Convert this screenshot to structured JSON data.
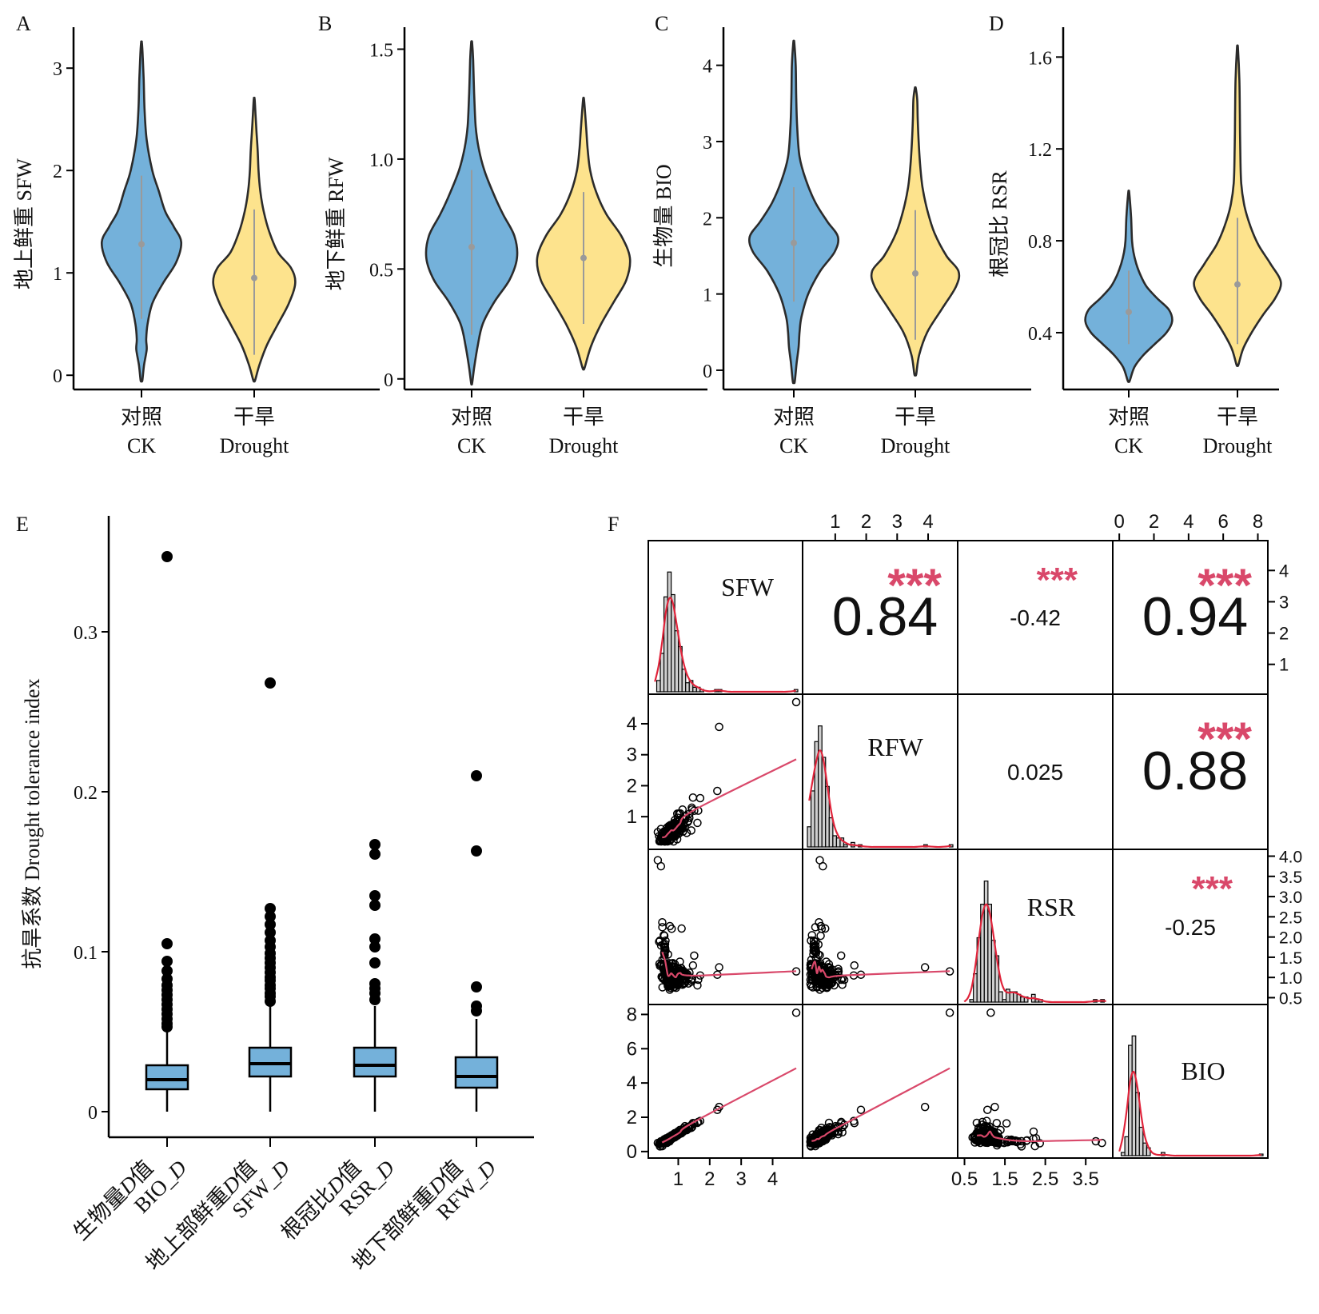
{
  "chart_data": [
    {
      "panel": "A",
      "type": "violin",
      "ylabel": "地上鲜重 SFW",
      "ylim": [
        -0.1,
        3.4
      ],
      "yticks": [
        0,
        1,
        2,
        3
      ],
      "groups": [
        {
          "label_cn": "对照",
          "label_en": "CK",
          "median": 1.28,
          "q1": 0.55,
          "q3": 1.95,
          "min": -0.05,
          "max": 3.25,
          "profile": [
            [
              -0.05,
              0.02
            ],
            [
              0.1,
              0.06
            ],
            [
              0.25,
              0.12
            ],
            [
              0.35,
              0.11
            ],
            [
              0.5,
              0.14
            ],
            [
              0.7,
              0.25
            ],
            [
              0.9,
              0.5
            ],
            [
              1.1,
              0.8
            ],
            [
              1.3,
              0.92
            ],
            [
              1.45,
              0.75
            ],
            [
              1.6,
              0.55
            ],
            [
              1.8,
              0.4
            ],
            [
              2.0,
              0.25
            ],
            [
              2.3,
              0.12
            ],
            [
              2.6,
              0.07
            ],
            [
              2.9,
              0.05
            ],
            [
              3.1,
              0.03
            ],
            [
              3.25,
              0.01
            ]
          ]
        },
        {
          "label_cn": "干旱",
          "label_en": "Drought",
          "median": 0.95,
          "q1": 0.2,
          "q3": 1.62,
          "min": -0.05,
          "max": 2.7,
          "profile": [
            [
              -0.05,
              0.02
            ],
            [
              0.1,
              0.12
            ],
            [
              0.3,
              0.3
            ],
            [
              0.5,
              0.55
            ],
            [
              0.7,
              0.8
            ],
            [
              0.9,
              0.95
            ],
            [
              1.05,
              0.85
            ],
            [
              1.2,
              0.55
            ],
            [
              1.4,
              0.35
            ],
            [
              1.6,
              0.22
            ],
            [
              1.8,
              0.14
            ],
            [
              2.0,
              0.1
            ],
            [
              2.2,
              0.08
            ],
            [
              2.4,
              0.05
            ],
            [
              2.55,
              0.03
            ],
            [
              2.7,
              0.01
            ]
          ]
        }
      ]
    },
    {
      "panel": "B",
      "type": "violin",
      "ylabel": "地下鲜重 RFW",
      "ylim": [
        -0.03,
        1.6
      ],
      "yticks": [
        0,
        0.5,
        1.0,
        1.5
      ],
      "ytick_labels": [
        "0",
        "0.5",
        "1.0",
        "1.5"
      ],
      "groups": [
        {
          "label_cn": "对照",
          "label_en": "CK",
          "median": 0.6,
          "q1": 0.2,
          "q3": 0.95,
          "min": -0.02,
          "max": 1.53,
          "profile": [
            [
              -0.02,
              0.01
            ],
            [
              0.05,
              0.05
            ],
            [
              0.15,
              0.12
            ],
            [
              0.25,
              0.22
            ],
            [
              0.35,
              0.45
            ],
            [
              0.45,
              0.75
            ],
            [
              0.55,
              0.9
            ],
            [
              0.65,
              0.85
            ],
            [
              0.75,
              0.62
            ],
            [
              0.85,
              0.42
            ],
            [
              0.95,
              0.25
            ],
            [
              1.05,
              0.14
            ],
            [
              1.15,
              0.08
            ],
            [
              1.3,
              0.05
            ],
            [
              1.45,
              0.03
            ],
            [
              1.53,
              0.01
            ]
          ]
        },
        {
          "label_cn": "干旱",
          "label_en": "Drought",
          "median": 0.55,
          "q1": 0.25,
          "q3": 0.85,
          "min": 0.05,
          "max": 1.27,
          "profile": [
            [
              0.05,
              0.02
            ],
            [
              0.15,
              0.15
            ],
            [
              0.25,
              0.35
            ],
            [
              0.35,
              0.6
            ],
            [
              0.45,
              0.85
            ],
            [
              0.55,
              0.92
            ],
            [
              0.65,
              0.75
            ],
            [
              0.75,
              0.45
            ],
            [
              0.85,
              0.25
            ],
            [
              0.95,
              0.13
            ],
            [
              1.05,
              0.08
            ],
            [
              1.15,
              0.05
            ],
            [
              1.27,
              0.01
            ]
          ]
        }
      ]
    },
    {
      "panel": "C",
      "type": "violin",
      "ylabel": "生物量 BIO",
      "ylim": [
        -0.2,
        4.5
      ],
      "yticks": [
        0,
        1,
        2,
        3,
        4
      ],
      "groups": [
        {
          "label_cn": "对照",
          "label_en": "CK",
          "median": 1.67,
          "q1": 0.9,
          "q3": 2.4,
          "min": -0.15,
          "max": 4.3,
          "profile": [
            [
              -0.15,
              0.02
            ],
            [
              0.1,
              0.06
            ],
            [
              0.3,
              0.1
            ],
            [
              0.5,
              0.12
            ],
            [
              0.7,
              0.16
            ],
            [
              1.0,
              0.3
            ],
            [
              1.3,
              0.55
            ],
            [
              1.55,
              0.85
            ],
            [
              1.75,
              0.92
            ],
            [
              1.95,
              0.7
            ],
            [
              2.2,
              0.45
            ],
            [
              2.5,
              0.25
            ],
            [
              2.8,
              0.12
            ],
            [
              3.2,
              0.07
            ],
            [
              3.6,
              0.05
            ],
            [
              4.0,
              0.04
            ],
            [
              4.3,
              0.01
            ]
          ]
        },
        {
          "label_cn": "干旱",
          "label_en": "Drought",
          "median": 1.27,
          "q1": 0.4,
          "q3": 2.1,
          "min": -0.05,
          "max": 3.7,
          "profile": [
            [
              -0.05,
              0.02
            ],
            [
              0.2,
              0.08
            ],
            [
              0.5,
              0.25
            ],
            [
              0.8,
              0.55
            ],
            [
              1.1,
              0.85
            ],
            [
              1.3,
              0.9
            ],
            [
              1.5,
              0.65
            ],
            [
              1.8,
              0.4
            ],
            [
              2.1,
              0.25
            ],
            [
              2.4,
              0.15
            ],
            [
              2.7,
              0.1
            ],
            [
              3.0,
              0.07
            ],
            [
              3.3,
              0.05
            ],
            [
              3.55,
              0.04
            ],
            [
              3.7,
              0.01
            ]
          ]
        }
      ]
    },
    {
      "panel": "D",
      "type": "violin",
      "ylabel": "根冠比 RSR",
      "ylim": [
        0.17,
        1.73
      ],
      "yticks": [
        0.4,
        0.8,
        1.2,
        1.6
      ],
      "ytick_labels": [
        "0.4",
        "0.8",
        "1.2",
        "1.6"
      ],
      "groups": [
        {
          "label_cn": "对照",
          "label_en": "CK",
          "median": 0.49,
          "q1": 0.35,
          "q3": 0.67,
          "min": 0.19,
          "max": 1.01,
          "profile": [
            [
              0.19,
              0.02
            ],
            [
              0.25,
              0.12
            ],
            [
              0.3,
              0.3
            ],
            [
              0.35,
              0.55
            ],
            [
              0.4,
              0.8
            ],
            [
              0.45,
              0.92
            ],
            [
              0.5,
              0.85
            ],
            [
              0.55,
              0.6
            ],
            [
              0.6,
              0.38
            ],
            [
              0.65,
              0.25
            ],
            [
              0.7,
              0.16
            ],
            [
              0.75,
              0.1
            ],
            [
              0.8,
              0.07
            ],
            [
              0.9,
              0.05
            ],
            [
              1.01,
              0.01
            ]
          ]
        },
        {
          "label_cn": "干旱",
          "label_en": "Drought",
          "median": 0.61,
          "q1": 0.35,
          "q3": 0.9,
          "min": 0.26,
          "max": 1.64,
          "profile": [
            [
              0.26,
              0.02
            ],
            [
              0.33,
              0.12
            ],
            [
              0.4,
              0.3
            ],
            [
              0.48,
              0.55
            ],
            [
              0.55,
              0.8
            ],
            [
              0.62,
              0.92
            ],
            [
              0.7,
              0.7
            ],
            [
              0.78,
              0.45
            ],
            [
              0.86,
              0.28
            ],
            [
              0.95,
              0.15
            ],
            [
              1.05,
              0.08
            ],
            [
              1.2,
              0.06
            ],
            [
              1.35,
              0.05
            ],
            [
              1.5,
              0.04
            ],
            [
              1.64,
              0.01
            ]
          ]
        }
      ]
    },
    {
      "panel": "E",
      "type": "box",
      "ylabel": "抗旱系数 Drought tolerance index",
      "ylim": [
        -0.015,
        0.37
      ],
      "yticks": [
        0,
        0.1,
        0.2,
        0.3
      ],
      "ytick_labels": [
        "0",
        "0.1",
        "0.2",
        "0.3"
      ],
      "categories": [
        {
          "label_cn": "生物量",
          "label_d": "D",
          "label_val": "值",
          "label_en": "BIO_",
          "label_en_d": "D"
        },
        {
          "label_cn": "地上部鲜重",
          "label_d": "D",
          "label_val": "值",
          "label_en": "SFW_",
          "label_en_d": "D"
        },
        {
          "label_cn": "根冠比",
          "label_d": "D",
          "label_val": "值",
          "label_en": "RSR_",
          "label_en_d": "D"
        },
        {
          "label_cn": "地下部鲜重",
          "label_d": "D",
          "label_val": "值",
          "label_en": "RFW_",
          "label_en_d": "D"
        }
      ],
      "boxes": [
        {
          "min": 0.0,
          "q1": 0.014,
          "median": 0.02,
          "q3": 0.029,
          "max": 0.051,
          "outliers": [
            0.347,
            0.105,
            0.094,
            0.088,
            0.083,
            0.079,
            0.076,
            0.073,
            0.07,
            0.067,
            0.064,
            0.061,
            0.058,
            0.055,
            0.053
          ]
        },
        {
          "min": 0.0,
          "q1": 0.022,
          "median": 0.03,
          "q3": 0.04,
          "max": 0.066,
          "outliers": [
            0.268,
            0.127,
            0.122,
            0.117,
            0.112,
            0.107,
            0.103,
            0.099,
            0.096,
            0.093,
            0.09,
            0.087,
            0.084,
            0.082,
            0.079,
            0.077,
            0.074,
            0.072,
            0.069
          ]
        },
        {
          "min": 0.0,
          "q1": 0.022,
          "median": 0.029,
          "q3": 0.04,
          "max": 0.066,
          "outliers": [
            0.167,
            0.161,
            0.135,
            0.129,
            0.108,
            0.103,
            0.093,
            0.08,
            0.077,
            0.074,
            0.07
          ]
        },
        {
          "min": 0.0,
          "q1": 0.015,
          "median": 0.022,
          "q3": 0.034,
          "max": 0.058,
          "outliers": [
            0.21,
            0.163,
            0.078,
            0.066,
            0.063
          ]
        }
      ]
    },
    {
      "panel": "F",
      "type": "pairs-correlation-matrix",
      "variables": [
        "SFW",
        "RFW",
        "RSR",
        "BIO"
      ],
      "correlations": [
        {
          "pair": [
            "SFW",
            "RFW"
          ],
          "r": "0.84",
          "sig": "***"
        },
        {
          "pair": [
            "SFW",
            "RSR"
          ],
          "r": "-0.42",
          "sig": "***"
        },
        {
          "pair": [
            "SFW",
            "BIO"
          ],
          "r": "0.94",
          "sig": "***"
        },
        {
          "pair": [
            "RFW",
            "BIO"
          ],
          "r": "0.88",
          "sig": "***"
        },
        {
          "pair": [
            "RFW",
            "RSR"
          ],
          "r": "0.025",
          "sig": ""
        },
        {
          "pair": [
            "RSR",
            "BIO"
          ],
          "r": "-0.25",
          "sig": "***"
        }
      ],
      "scales": {
        "SFW": {
          "range": [
            0.2,
            4.8
          ],
          "ticks": [
            1,
            2,
            3,
            4
          ]
        },
        "RFW": {
          "range": [
            0.1,
            4.8
          ],
          "ticks": [
            1,
            2,
            3,
            4
          ]
        },
        "RSR": {
          "range": [
            0.45,
            4.05
          ],
          "ticks": [
            0.5,
            1.0,
            1.5,
            2.0,
            2.5,
            3.0,
            3.5,
            4.0
          ],
          "tick_labels": [
            "0.5",
            "1.0",
            "1.5",
            "2.0",
            "2.5",
            "3.0",
            "3.5",
            "4.0"
          ],
          "bottom_ticks": [
            0.5,
            1.5,
            2.5,
            3.5
          ],
          "bottom_labels": [
            "0.5",
            "1.5",
            "2.5",
            "3.5"
          ]
        },
        "BIO": {
          "range": [
            -0.1,
            8.3
          ],
          "ticks": [
            0,
            2,
            4,
            6,
            8
          ]
        }
      }
    }
  ],
  "colors": {
    "ck": "#74B1DA",
    "drought": "#FDE38D",
    "box": "#74B1DA",
    "stars": "#D9486A",
    "loess": "#D9486A",
    "center": "#9A9A9A"
  }
}
